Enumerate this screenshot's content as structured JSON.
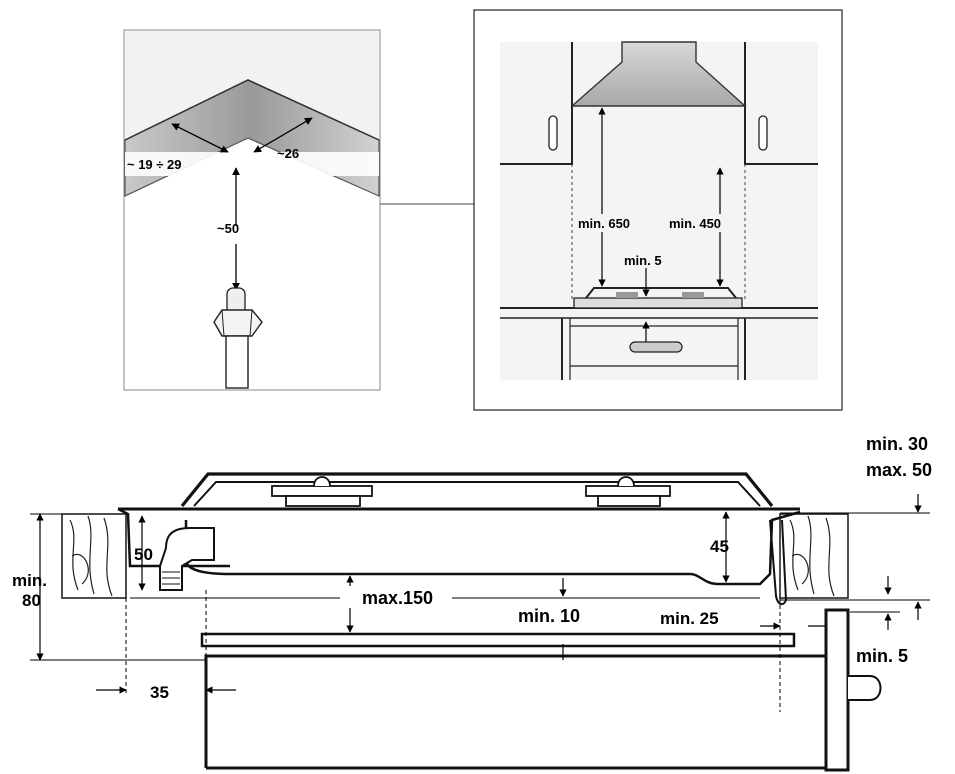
{
  "panel_gas": {
    "labels": {
      "width": "~ 19 ÷ 29",
      "depth": "~26",
      "height": "~50"
    }
  },
  "panel_hood": {
    "labels": {
      "hood_clearance": "min. 650",
      "cabinet_clearance": "min. 450",
      "side_gap": "min. 5"
    }
  },
  "section": {
    "labels": {
      "top_line1": "min. 30",
      "top_line2": "max. 50",
      "pipe_height": "50",
      "hob_depth": "45",
      "counter_line1": "min.",
      "counter_line2": "80",
      "max_space": "max.150",
      "min_gap": "min. 10",
      "panel_gap": "min. 25",
      "side_min": "min. 5",
      "offset": "35"
    }
  }
}
